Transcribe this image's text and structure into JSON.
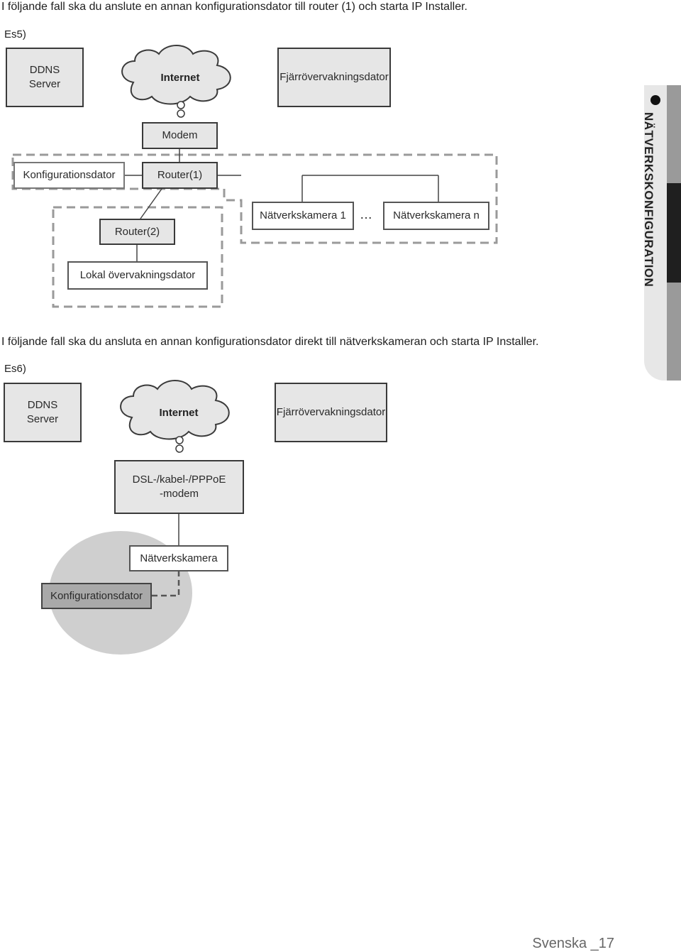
{
  "intro_es5": "I följande fall ska du anslute en annan konfigurationsdator till router (1) och starta IP Installer.",
  "label_es5": "Es5)",
  "es5": {
    "ddns_line1": "DDNS",
    "ddns_line2": "Server",
    "internet": "Internet",
    "remote_pc": "Fjärrövervakningsdator",
    "modem": "Modem",
    "config_pc": "Konfigurationsdator",
    "router1": "Router(1)",
    "router2": "Router(2)",
    "local_pc": "Lokal övervakningsdator",
    "camera1": "Nätverkskamera 1",
    "ellipsis": "…",
    "cameran": "Nätverkskamera n"
  },
  "intro_es6": "I följande fall ska du ansluta en annan konfigurationsdator direkt till nätverkskameran och starta IP Installer.",
  "label_es6": "Es6)",
  "es6": {
    "ddns_line1": "DDNS",
    "ddns_line2": "Server",
    "internet": "Internet",
    "remote_pc": "Fjärrövervakningsdator",
    "modem_line1": "DSL-/kabel-/PPPoE",
    "modem_line2": "-modem",
    "camera": "Nätverkskamera",
    "config_pc": "Konfigurationsdator"
  },
  "side_tab_title": "NÄTVERKSKONFIGURATION",
  "footer": "Svenska _17",
  "colors": {
    "box_fill": "#e6e6e6",
    "box_border": "#3a3a3a",
    "dashed": "#999999",
    "ellipse": "#cfcfcf",
    "config_box": "#a9a9a9"
  }
}
